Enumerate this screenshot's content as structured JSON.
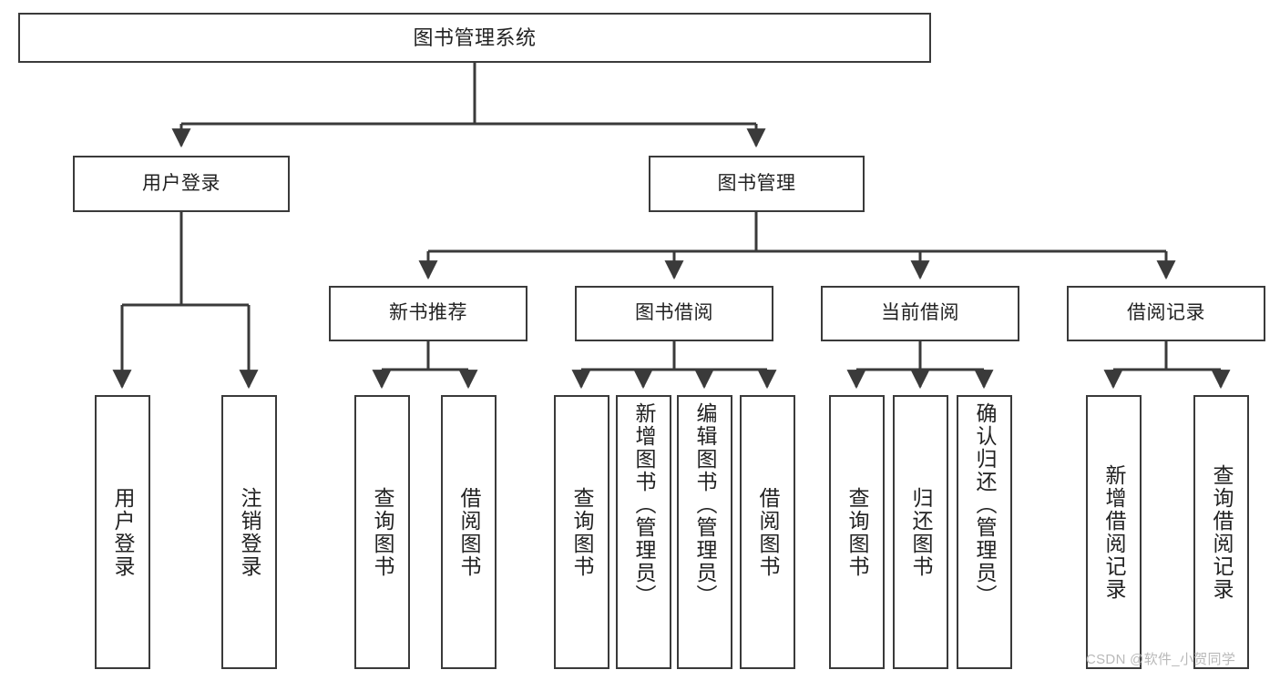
{
  "diagram": {
    "title": "图书管理系统",
    "type": "tree",
    "orientation": "top-down",
    "colors": {
      "box_border": "#3a3a3a",
      "box_fill": "#ffffff",
      "connector": "#3a3a3a",
      "text": "#222222",
      "watermark": "#b9b9b9",
      "background": "#ffffff"
    },
    "root": {
      "label": "图书管理系统"
    },
    "level2": [
      {
        "label": "用户登录"
      },
      {
        "label": "图书管理"
      }
    ],
    "level3": [
      {
        "label": "新书推荐"
      },
      {
        "label": "图书借阅"
      },
      {
        "label": "当前借阅"
      },
      {
        "label": "借阅记录"
      }
    ],
    "leaves": {
      "user_login": [
        {
          "label": "用户登录"
        },
        {
          "label": "注销登录"
        }
      ],
      "new_book_recommend": [
        {
          "label": "查询图书"
        },
        {
          "label": "借阅图书"
        }
      ],
      "book_borrow": [
        {
          "label": "查询图书"
        },
        {
          "label": "新增图书（管理员）"
        },
        {
          "label": "编辑图书（管理员）"
        },
        {
          "label": "借阅图书"
        }
      ],
      "current_borrow": [
        {
          "label": "查询图书"
        },
        {
          "label": "归还图书"
        },
        {
          "label": "确认归还（管理员）"
        }
      ],
      "borrow_record": [
        {
          "label": "新增借阅记录"
        },
        {
          "label": "查询借阅记录"
        }
      ]
    }
  },
  "watermark": {
    "text": "CSDN @软件_小贺同学"
  }
}
